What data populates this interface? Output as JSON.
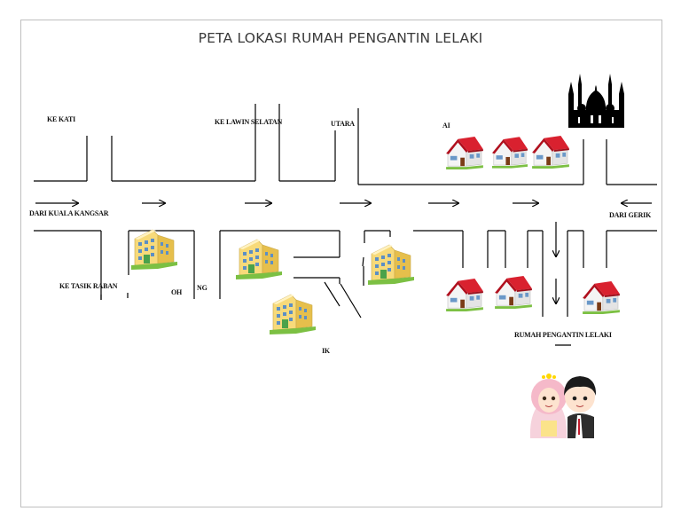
{
  "map": {
    "title": "PETA LOKASI RUMAH PENGANTIN LELAKI",
    "labels": {
      "ke_kati": "KE KATI",
      "ke_lawin_selatan": "KE LAWIN SELATAN",
      "utara": "UTARA",
      "ai": "AI",
      "dari_kuala_kangsar": "DARI KUALA KANGSAR",
      "dari_gerik": "DARI GERIK",
      "ke_tasik_raban": "KE TASIK RABAN",
      "oh": "OH",
      "ng": "NG",
      "ik": "IK",
      "rumah_pengantin_lelaki": "RUMAH PENGANTIN LELAKI"
    },
    "icons": [
      "mosque-icon",
      "house-icon",
      "building-icon",
      "bride-groom-icon",
      "arrow-right-icon",
      "arrow-left-icon",
      "arrow-down-icon"
    ],
    "colors": {
      "road": "#000000",
      "roof": "#d0192a",
      "wall": "#f3f3f3",
      "building": "#f0cf63",
      "frame": "#bfbfbf"
    }
  }
}
